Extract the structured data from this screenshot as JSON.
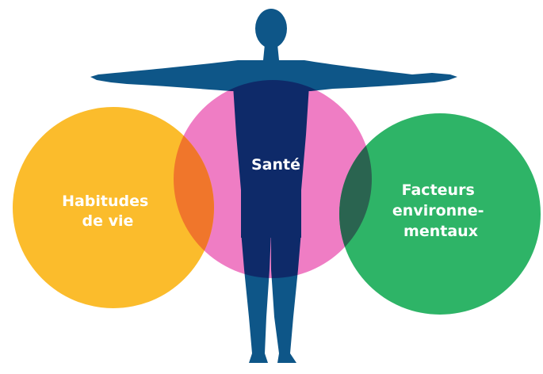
{
  "diagram": {
    "circles": [
      {
        "id": "habitudes",
        "lines": [
          "Habitudes",
          "de vie"
        ],
        "color": "#FBBC2C"
      },
      {
        "id": "sante",
        "lines": [
          "Santé"
        ],
        "color": "#EE6FBE"
      },
      {
        "id": "facteurs",
        "lines": [
          "Facteurs",
          "environne-",
          "mentaux"
        ],
        "color": "#2EB467"
      }
    ],
    "silhouette_color": "#0E5688",
    "overlap_colors": {
      "habitudes_sante": "#F0762B",
      "sante_facteurs": "#2A6450"
    }
  }
}
